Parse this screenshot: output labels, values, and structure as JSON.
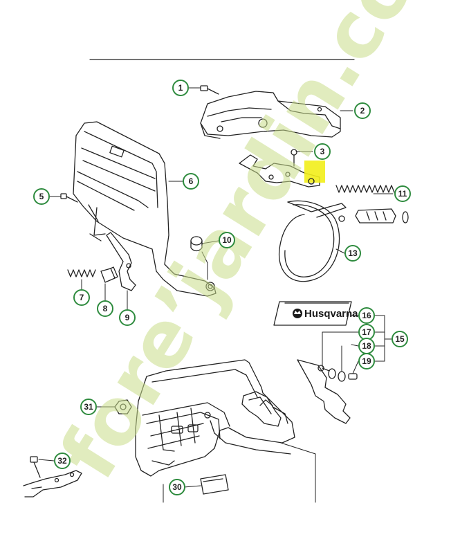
{
  "diagram": {
    "brand_label": "Husqvarna",
    "watermark_text": "fore’jardin.com",
    "colors": {
      "callout_ring": "#2e8b3e",
      "line": "#222222",
      "highlight": "#f2ee1a",
      "watermark": "#c9dd8a"
    },
    "callouts": [
      {
        "id": "c1",
        "label": "1"
      },
      {
        "id": "c2",
        "label": "2"
      },
      {
        "id": "c3",
        "label": "3"
      },
      {
        "id": "c5",
        "label": "5"
      },
      {
        "id": "c6",
        "label": "6"
      },
      {
        "id": "c7",
        "label": "7"
      },
      {
        "id": "c8",
        "label": "8"
      },
      {
        "id": "c9",
        "label": "9"
      },
      {
        "id": "c10",
        "label": "10"
      },
      {
        "id": "c11",
        "label": "11"
      },
      {
        "id": "c13",
        "label": "13"
      },
      {
        "id": "c15",
        "label": "15"
      },
      {
        "id": "c16",
        "label": "16"
      },
      {
        "id": "c17",
        "label": "17"
      },
      {
        "id": "c18",
        "label": "18"
      },
      {
        "id": "c19",
        "label": "19"
      },
      {
        "id": "c30",
        "label": "30"
      },
      {
        "id": "c31",
        "label": "31"
      },
      {
        "id": "c32",
        "label": "32"
      }
    ]
  }
}
